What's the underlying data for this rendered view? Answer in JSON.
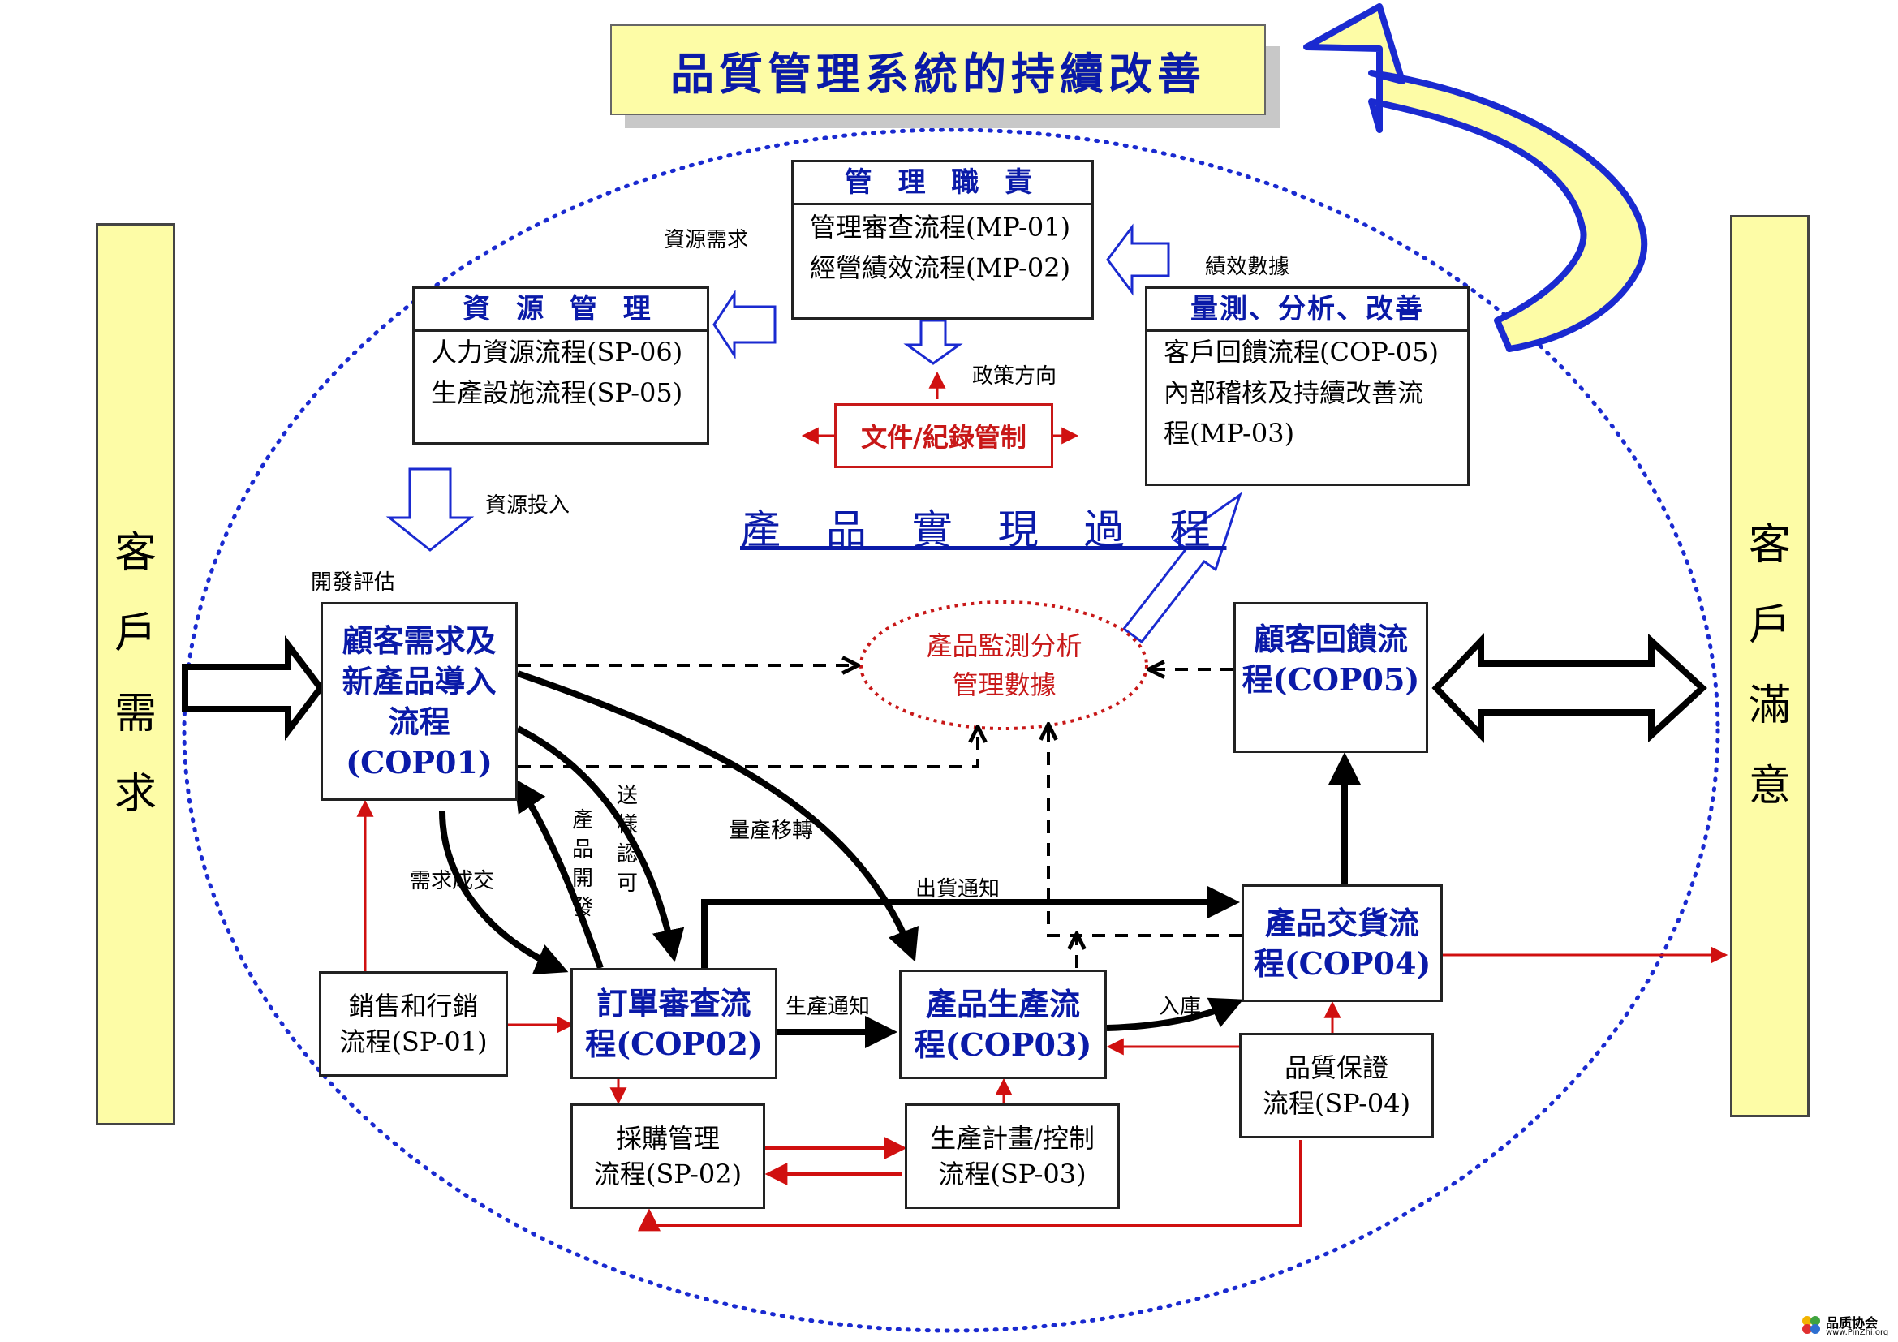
{
  "title": "品質管理系統的持續改善",
  "left_panel": {
    "chars": [
      "客",
      "戶",
      "需",
      "求"
    ]
  },
  "right_panel": {
    "chars": [
      "客",
      "戶",
      "滿",
      "意"
    ]
  },
  "management": {
    "heading": "管 理 職 責",
    "lines": [
      "管理審查流程(MP-01)",
      "經營績效流程(MP-02)"
    ]
  },
  "resource": {
    "heading": "資 源 管 理",
    "lines": [
      "人力資源流程(SP-06)",
      "生產設施流程(SP-05)"
    ]
  },
  "measure": {
    "heading": "量測、分析、改善",
    "lines": [
      "客戶回饋流程(COP-05)",
      "內部稽核及持續改善流",
      "程(MP-03)"
    ]
  },
  "doc_control": "文件/紀錄管制",
  "realization": "產 品 實 現 過 程",
  "monitor": {
    "line1": "產品監測分析",
    "line2": "管理數據"
  },
  "cop01": {
    "lines": [
      "顧客需求及",
      "新產品導入",
      "流程",
      "(COP01)"
    ]
  },
  "cop05": {
    "lines": [
      "顧客回饋流",
      "程(COP05)"
    ]
  },
  "cop02": {
    "lines": [
      "訂單審查流",
      "程(COP02)"
    ]
  },
  "cop03": {
    "lines": [
      "產品生產流",
      "程(COP03)"
    ]
  },
  "cop04": {
    "lines": [
      "產品交貨流",
      "程(COP04)"
    ]
  },
  "sp01": {
    "lines": [
      "銷售和行銷",
      "流程(SP-01)"
    ]
  },
  "sp02": {
    "lines": [
      "採購管理",
      "流程(SP-02)"
    ]
  },
  "sp03": {
    "lines": [
      "生產計畫/控制",
      "流程(SP-03)"
    ]
  },
  "sp04": {
    "lines": [
      "品質保證",
      "流程(SP-04)"
    ]
  },
  "labels": {
    "resource_demand": "資源需求",
    "performance_data": "績效數據",
    "policy_direction": "政策方向",
    "resource_input": "資源投入",
    "dev_evaluation": "開發評估",
    "demand_deal": "需求成交",
    "mass_transfer": "量產移轉",
    "shipping_notice": "出貨通知",
    "production_notice": "生產通知",
    "warehousing": "入庫",
    "product_dev": [
      "產",
      "品",
      "開",
      "發"
    ],
    "sample_approval": [
      "送",
      "樣",
      "認",
      "可"
    ]
  },
  "logo": {
    "name": "品质协会",
    "url": "www.PinZhi.org"
  },
  "colors": {
    "title_bg": "#fdfca6",
    "dark_blue": "#0a1aa8",
    "red": "#c81818",
    "dotted_blue": "#1a2ad0"
  }
}
